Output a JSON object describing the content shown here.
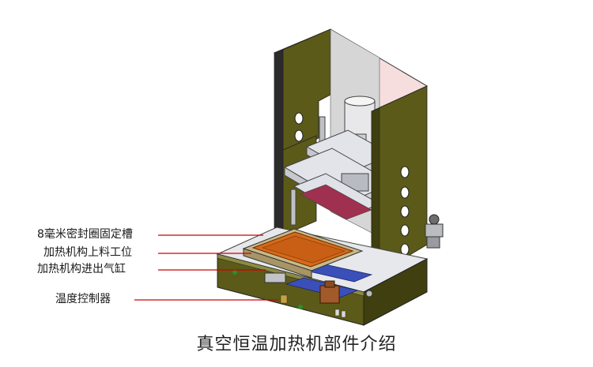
{
  "callouts": [
    {
      "id": "sealing-groove",
      "text": "8毫米密封圈固定槽"
    },
    {
      "id": "loading-station",
      "text": "加热机构上料工位"
    },
    {
      "id": "in-out-cylinder",
      "text": "加热机构进出气缸"
    },
    {
      "id": "temperature-controller",
      "text": "温度控制器"
    }
  ],
  "caption": "真空恒温加热机部件介绍",
  "colors": {
    "frame_olive": "#5b5a18",
    "frame_olive_dark": "#3f3f10",
    "top_cover": "#f7dede",
    "plate_light": "#e2e4ea",
    "tray_orange": "#d56a1c",
    "rail_blue": "#3a4fb8",
    "leader_red": "#d00000"
  }
}
